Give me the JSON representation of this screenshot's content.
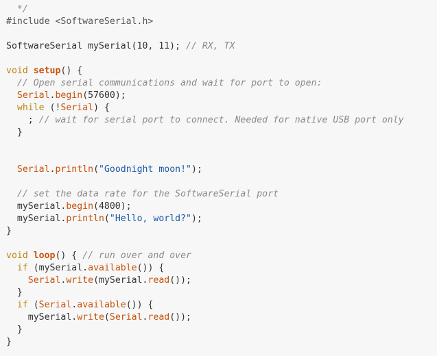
{
  "editor": {
    "theme_colors": {
      "background": "#f7f7f7",
      "plain": "#333333",
      "comment": "#8a8a8a",
      "keyword": "#b8860b",
      "function": "#c7510a",
      "class": "#c7510a",
      "string": "#1c58a8"
    },
    "lines": [
      [
        {
          "t": "comment",
          "v": "  */"
        }
      ],
      [
        {
          "t": "preproc",
          "v": "#include <SoftwareSerial.h>"
        }
      ],
      [],
      [
        {
          "t": "plain",
          "v": "SoftwareSerial mySerial(10, 11); "
        },
        {
          "t": "comment",
          "v": "// RX, TX"
        }
      ],
      [],
      [
        {
          "t": "keyword",
          "v": "void"
        },
        {
          "t": "plain",
          "v": " "
        },
        {
          "t": "function",
          "v": "setup"
        },
        {
          "t": "plain",
          "v": "() {"
        }
      ],
      [
        {
          "t": "plain",
          "v": "  "
        },
        {
          "t": "comment",
          "v": "// Open serial communications and wait for port to open:"
        }
      ],
      [
        {
          "t": "plain",
          "v": "  "
        },
        {
          "t": "class",
          "v": "Serial"
        },
        {
          "t": "plain",
          "v": "."
        },
        {
          "t": "method",
          "v": "begin"
        },
        {
          "t": "plain",
          "v": "(57600);"
        }
      ],
      [
        {
          "t": "plain",
          "v": "  "
        },
        {
          "t": "keyword",
          "v": "while"
        },
        {
          "t": "plain",
          "v": " (!"
        },
        {
          "t": "class",
          "v": "Serial"
        },
        {
          "t": "plain",
          "v": ") {"
        }
      ],
      [
        {
          "t": "plain",
          "v": "    ; "
        },
        {
          "t": "comment",
          "v": "// wait for serial port to connect. Needed for native USB port only"
        }
      ],
      [
        {
          "t": "plain",
          "v": "  }"
        }
      ],
      [],
      [],
      [
        {
          "t": "plain",
          "v": "  "
        },
        {
          "t": "class",
          "v": "Serial"
        },
        {
          "t": "plain",
          "v": "."
        },
        {
          "t": "method",
          "v": "println"
        },
        {
          "t": "plain",
          "v": "("
        },
        {
          "t": "string",
          "v": "\"Goodnight moon!\""
        },
        {
          "t": "plain",
          "v": ");"
        }
      ],
      [],
      [
        {
          "t": "plain",
          "v": "  "
        },
        {
          "t": "comment",
          "v": "// set the data rate for the SoftwareSerial port"
        }
      ],
      [
        {
          "t": "plain",
          "v": "  mySerial."
        },
        {
          "t": "method",
          "v": "begin"
        },
        {
          "t": "plain",
          "v": "(4800);"
        }
      ],
      [
        {
          "t": "plain",
          "v": "  mySerial."
        },
        {
          "t": "method",
          "v": "println"
        },
        {
          "t": "plain",
          "v": "("
        },
        {
          "t": "string",
          "v": "\"Hello, world?\""
        },
        {
          "t": "plain",
          "v": ");"
        }
      ],
      [
        {
          "t": "plain",
          "v": "}"
        }
      ],
      [],
      [
        {
          "t": "keyword",
          "v": "void"
        },
        {
          "t": "plain",
          "v": " "
        },
        {
          "t": "function",
          "v": "loop"
        },
        {
          "t": "plain",
          "v": "() { "
        },
        {
          "t": "comment",
          "v": "// run over and over"
        }
      ],
      [
        {
          "t": "plain",
          "v": "  "
        },
        {
          "t": "keyword",
          "v": "if"
        },
        {
          "t": "plain",
          "v": " (mySerial."
        },
        {
          "t": "method",
          "v": "available"
        },
        {
          "t": "plain",
          "v": "()) {"
        }
      ],
      [
        {
          "t": "plain",
          "v": "    "
        },
        {
          "t": "class",
          "v": "Serial"
        },
        {
          "t": "plain",
          "v": "."
        },
        {
          "t": "method",
          "v": "write"
        },
        {
          "t": "plain",
          "v": "(mySerial."
        },
        {
          "t": "method",
          "v": "read"
        },
        {
          "t": "plain",
          "v": "());"
        }
      ],
      [
        {
          "t": "plain",
          "v": "  }"
        }
      ],
      [
        {
          "t": "plain",
          "v": "  "
        },
        {
          "t": "keyword",
          "v": "if"
        },
        {
          "t": "plain",
          "v": " ("
        },
        {
          "t": "class",
          "v": "Serial"
        },
        {
          "t": "plain",
          "v": "."
        },
        {
          "t": "method",
          "v": "available"
        },
        {
          "t": "plain",
          "v": "()) {"
        }
      ],
      [
        {
          "t": "plain",
          "v": "    mySerial."
        },
        {
          "t": "method",
          "v": "write"
        },
        {
          "t": "plain",
          "v": "("
        },
        {
          "t": "class",
          "v": "Serial"
        },
        {
          "t": "plain",
          "v": "."
        },
        {
          "t": "method",
          "v": "read"
        },
        {
          "t": "plain",
          "v": "());"
        }
      ],
      [
        {
          "t": "plain",
          "v": "  }"
        }
      ],
      [
        {
          "t": "plain",
          "v": "}"
        }
      ]
    ]
  }
}
